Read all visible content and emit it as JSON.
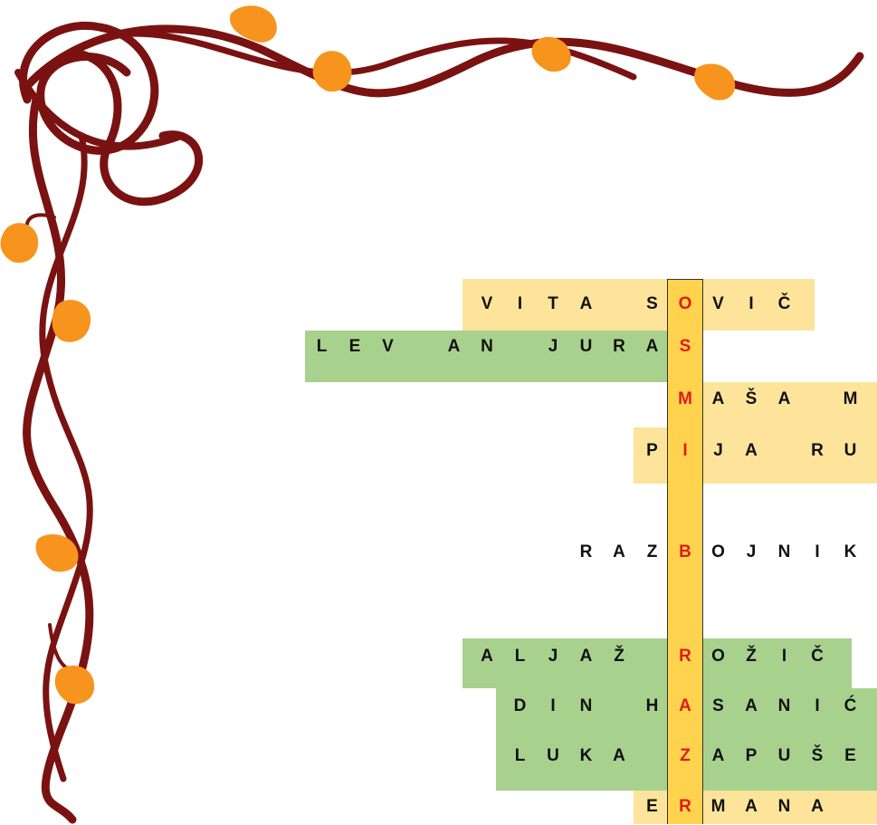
{
  "puzzle": {
    "solution_word": "OSMIBRAZR",
    "rows": [
      {
        "color": "yellow",
        "text": "VITA SOVIČ",
        "cells": [
          {
            "c": "V",
            "k": false
          },
          {
            "c": "I",
            "k": false
          },
          {
            "c": "T",
            "k": false
          },
          {
            "c": "A",
            "k": false
          },
          {
            "c": "",
            "k": false
          },
          {
            "c": "S",
            "k": false
          },
          {
            "c": "O",
            "k": true
          },
          {
            "c": "V",
            "k": false
          },
          {
            "c": "I",
            "k": false
          },
          {
            "c": "Č",
            "k": false
          }
        ]
      },
      {
        "color": "green",
        "text": "LEV AN JURAS",
        "cells": [
          {
            "c": "L",
            "k": false
          },
          {
            "c": "E",
            "k": false
          },
          {
            "c": "V",
            "k": false
          },
          {
            "c": "",
            "k": false
          },
          {
            "c": "A",
            "k": false
          },
          {
            "c": "N",
            "k": false
          },
          {
            "c": "",
            "k": false
          },
          {
            "c": "J",
            "k": false
          },
          {
            "c": "U",
            "k": false
          },
          {
            "c": "R",
            "k": false
          },
          {
            "c": "A",
            "k": false
          },
          {
            "c": "S",
            "k": true
          }
        ]
      },
      {
        "color": "yellow",
        "text": "MAŠA M",
        "cells": [
          {
            "c": "M",
            "k": true
          },
          {
            "c": "A",
            "k": false
          },
          {
            "c": "Š",
            "k": false
          },
          {
            "c": "A",
            "k": false
          },
          {
            "c": "",
            "k": false
          },
          {
            "c": "M",
            "k": false
          }
        ]
      },
      {
        "color": "yellow",
        "text": "PIJA RU",
        "cells": [
          {
            "c": "P",
            "k": false
          },
          {
            "c": "I",
            "k": true
          },
          {
            "c": "J",
            "k": false
          },
          {
            "c": "A",
            "k": false
          },
          {
            "c": "",
            "k": false
          },
          {
            "c": "R",
            "k": false
          },
          {
            "c": "U",
            "k": false
          }
        ]
      },
      {
        "color": "none",
        "text": "RAZBOJNIK",
        "cells": [
          {
            "c": "R",
            "k": false
          },
          {
            "c": "A",
            "k": false
          },
          {
            "c": "Z",
            "k": false
          },
          {
            "c": "B",
            "k": true
          },
          {
            "c": "O",
            "k": false
          },
          {
            "c": "J",
            "k": false
          },
          {
            "c": "N",
            "k": false
          },
          {
            "c": "I",
            "k": false
          },
          {
            "c": "K",
            "k": false
          }
        ]
      },
      {
        "color": "green",
        "text": "ALJAŽ ROŽIČ",
        "cells": [
          {
            "c": "A",
            "k": false
          },
          {
            "c": "L",
            "k": false
          },
          {
            "c": "J",
            "k": false
          },
          {
            "c": "A",
            "k": false
          },
          {
            "c": "Ž",
            "k": false
          },
          {
            "c": "",
            "k": false
          },
          {
            "c": "R",
            "k": true
          },
          {
            "c": "O",
            "k": false
          },
          {
            "c": "Ž",
            "k": false
          },
          {
            "c": "I",
            "k": false
          },
          {
            "c": "Č",
            "k": false
          }
        ]
      },
      {
        "color": "green",
        "text": "DIN HASANIĆ",
        "cells": [
          {
            "c": "D",
            "k": false
          },
          {
            "c": "I",
            "k": false
          },
          {
            "c": "N",
            "k": false
          },
          {
            "c": "",
            "k": false
          },
          {
            "c": "H",
            "k": false
          },
          {
            "c": "A",
            "k": true
          },
          {
            "c": "S",
            "k": false
          },
          {
            "c": "A",
            "k": false
          },
          {
            "c": "N",
            "k": false
          },
          {
            "c": "I",
            "k": false
          },
          {
            "c": "Ć",
            "k": false
          }
        ]
      },
      {
        "color": "green",
        "text": "LUKA ZAPUŠE",
        "cells": [
          {
            "c": "L",
            "k": false
          },
          {
            "c": "U",
            "k": false
          },
          {
            "c": "K",
            "k": false
          },
          {
            "c": "A",
            "k": false
          },
          {
            "c": "",
            "k": false
          },
          {
            "c": "Z",
            "k": true
          },
          {
            "c": "A",
            "k": false
          },
          {
            "c": "P",
            "k": false
          },
          {
            "c": "U",
            "k": false
          },
          {
            "c": "Š",
            "k": false
          },
          {
            "c": "E",
            "k": false
          }
        ]
      },
      {
        "color": "yellow",
        "text": "ERMANA",
        "cells": [
          {
            "c": "E",
            "k": false
          },
          {
            "c": "R",
            "k": true
          },
          {
            "c": "M",
            "k": false
          },
          {
            "c": "A",
            "k": false
          },
          {
            "c": "N",
            "k": false
          },
          {
            "c": "A",
            "k": false
          }
        ]
      }
    ]
  },
  "colors": {
    "yellow_band": "#fde49a",
    "green_band": "#a9d18e",
    "solution_column": "#ffd34d",
    "solution_letter": "#e11a1a",
    "vine": "#7a1212",
    "leaf": "#f7941d"
  }
}
